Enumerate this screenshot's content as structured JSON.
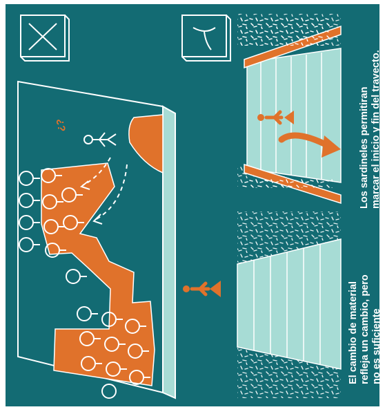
{
  "colors": {
    "background": "#136b73",
    "accent": "#e0722b",
    "paving": "#a7dcd5",
    "line": "#ffffff"
  },
  "icons": {
    "wrong": "cross-mark-icon",
    "right": "check-mark-icon"
  },
  "marks": {
    "question": "¿?"
  },
  "captions": {
    "material_change": [
      "El cambio de material",
      "refleja un cambio, pero",
      "no es suficiente"
    ],
    "curbs": [
      "Los sardineles permitiran",
      "marcar el inicio y fin del travecto."
    ]
  }
}
